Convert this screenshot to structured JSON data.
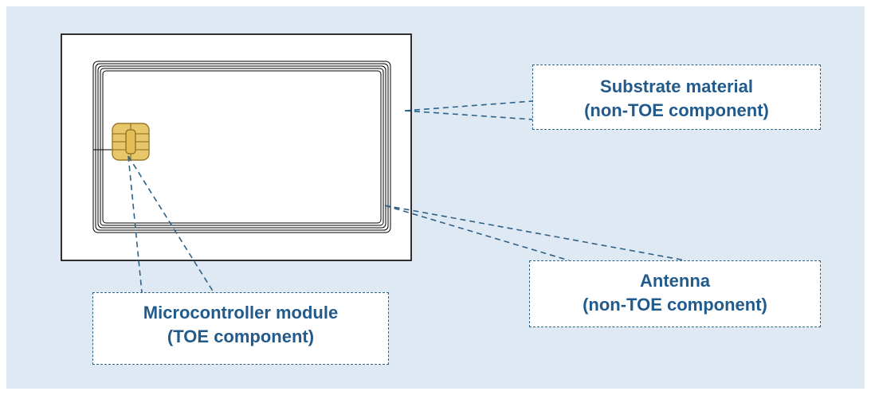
{
  "diagram": {
    "colors": {
      "background_panel": "#dfe9f4",
      "card_fill": "#ffffff",
      "card_border": "#000000",
      "antenna_line": "#000000",
      "chip_fill": "#e8c76a",
      "chip_border": "#9a7a2a",
      "leader_line": "#2e6186",
      "label_text": "#215a8b"
    },
    "labels": {
      "substrate": {
        "line1": "Substrate material",
        "line2": "(non-TOE component)"
      },
      "antenna": {
        "line1": "Antenna",
        "line2": "(non-TOE component)"
      },
      "microcontroller": {
        "line1": "Microcontroller module",
        "line2": "(TOE component)"
      }
    },
    "icons": {
      "card": "smart-card-icon",
      "antenna": "antenna-coil-icon",
      "chip": "chip-module-icon"
    }
  }
}
